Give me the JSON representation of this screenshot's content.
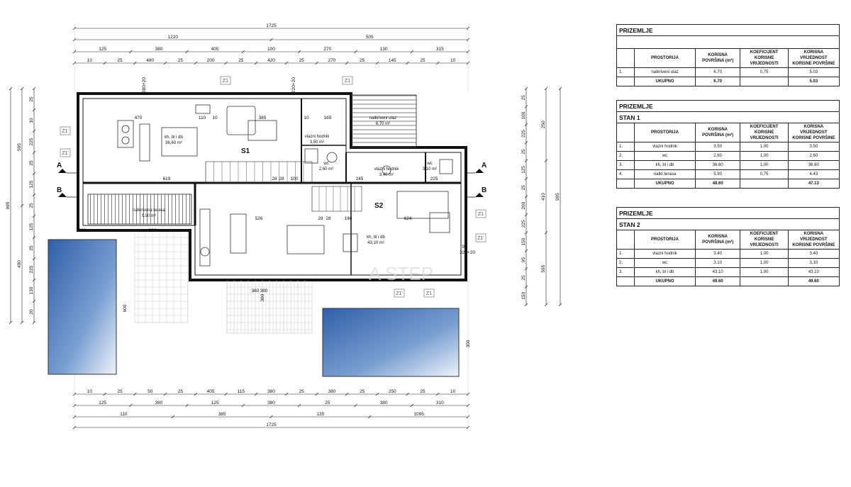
{
  "plan": {
    "top_dims": {
      "total": "1725",
      "row2": [
        "1220",
        "505"
      ],
      "row3": [
        "125",
        "380",
        "405",
        "100",
        "270",
        "130",
        "315"
      ],
      "row4": [
        "10",
        "25",
        "480",
        "25",
        "200",
        "25",
        "420",
        "25",
        "270",
        "25",
        "145",
        "25",
        "10"
      ]
    },
    "bottom_dims": {
      "row1": [
        "10",
        "25",
        "50",
        "25",
        "405",
        "115",
        "380",
        "25",
        "380",
        "25",
        "250",
        "25",
        "10"
      ],
      "row2": [
        "125",
        "380",
        "125",
        "380",
        "25",
        "380",
        "310"
      ],
      "row3": [
        "110",
        "385",
        "135",
        "1095"
      ],
      "total": "1725"
    },
    "left_dims": {
      "outer": [
        "995"
      ],
      "mid": [
        "595",
        "400"
      ],
      "inner": [
        "25",
        "10",
        "225",
        "25",
        "125",
        "25",
        "125",
        "25",
        "225",
        "130",
        "20"
      ]
    },
    "right_dims": {
      "outer": [
        "995"
      ],
      "mid": [
        "250",
        "410",
        "595"
      ],
      "inner": [
        "25",
        "100",
        "225",
        "25",
        "125",
        "25",
        "200",
        "225",
        "150",
        "95",
        "25",
        "150"
      ]
    },
    "unit_labels": [
      "S1",
      "S2"
    ],
    "section_markers": [
      "A",
      "A",
      "B",
      "B"
    ],
    "z_tags": [
      "Z1",
      "Z1",
      "Z1'",
      "Z1'",
      "Z1",
      "Z1'",
      "Z1'",
      "Z1"
    ],
    "room_labels": [
      {
        "name": "kh, bl i db",
        "area": "36,60 m²"
      },
      {
        "name": "vlazni hodnik",
        "area": "3,50 m²"
      },
      {
        "name": "natkriveni ulaz",
        "area": "6,70 m²"
      },
      {
        "name": "wc",
        "area": "2,60 m²"
      },
      {
        "name": "vlazni hodnik",
        "area": "3,40 m²"
      },
      {
        "name": "wc",
        "area": "3,10 m²"
      },
      {
        "name": "natkrivena terasa",
        "area": "5,90 m²"
      },
      {
        "name": "kh, bl i db",
        "area": "43,10 m²"
      }
    ],
    "small_dims": [
      "470",
      "385",
      "110",
      "10",
      "10",
      "165",
      "619",
      "28",
      "28",
      "100",
      "245",
      "225",
      "300",
      "330",
      "526",
      "28",
      "28",
      "146",
      "624",
      "90",
      "220+20",
      "600",
      "300",
      "380",
      "380",
      "380",
      "380+20",
      "220+20"
    ],
    "watermark": "A STEP"
  },
  "tables": [
    {
      "title": "PRIZEMLJE",
      "subtitle": "",
      "headers": [
        "",
        "PROSTORIJA",
        "KORISNA POVRŠINA (m²)",
        "KOEFICIJENT KORISNE VRIJEDNOSTI",
        "KORISNA VRIJEDNOST KORISNE POVRŠINE"
      ],
      "rows": [
        [
          "1.",
          "natkriveni ulaz",
          "6.70",
          "0,75",
          "5.03"
        ]
      ],
      "total": [
        "",
        "UKUPNO",
        "6.70",
        "",
        "5.03"
      ]
    },
    {
      "title": "PRIZEMLJE",
      "subtitle": "STAN 1",
      "headers": [
        "",
        "PROSTORIJA",
        "KORISNA POVRŠINA (m²)",
        "KOEFICIJENT KORISNE VRIJEDNOSTI",
        "KORISNA VRIJEDNOST KORISNE POVRŠINE"
      ],
      "rows": [
        [
          "1.",
          "vlazni hodnik",
          "3.50",
          "1,00",
          "3.50"
        ],
        [
          "2.",
          "wc",
          "2.60",
          "1,00",
          "2.60"
        ],
        [
          "3.",
          "kh, bl i db",
          "36.60",
          "1,00",
          "36.60"
        ],
        [
          "4.",
          "natkr.terasa",
          "5.90",
          "0,75",
          "4.43"
        ]
      ],
      "total": [
        "",
        "UKUPNO",
        "48.60",
        "",
        "47.13"
      ]
    },
    {
      "title": "PRIZEMLJE",
      "subtitle": "STAN 2",
      "headers": [
        "",
        "PROSTORIJA",
        "KORISNA POVRŠINA (m²)",
        "KOEFICIJENT KORISNE VRIJEDNOSTI",
        "KORISNA VRIJEDNOST KORISNE POVRŠINE"
      ],
      "rows": [
        [
          "1.",
          "vlazni hodnik",
          "3.40",
          "1,00",
          "3.40"
        ],
        [
          "2.",
          "wc",
          "3.10",
          "1,00",
          "3.10"
        ],
        [
          "3.",
          "kh, bl i db",
          "43.10",
          "1,00",
          "43.10"
        ]
      ],
      "total": [
        "",
        "UKUPNO",
        "49.60",
        "",
        "49.60"
      ]
    }
  ]
}
